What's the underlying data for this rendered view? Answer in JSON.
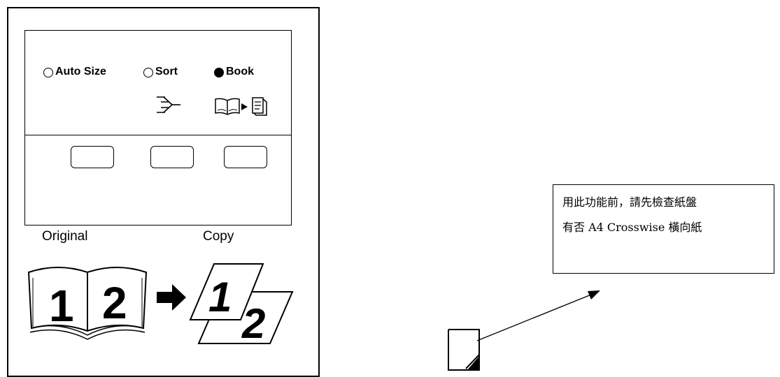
{
  "panel": {
    "modes": [
      {
        "label": "Auto Size",
        "lit": false
      },
      {
        "label": "Sort",
        "lit": false
      },
      {
        "label": "Book",
        "lit": true
      }
    ],
    "icons": [
      "sort-icon",
      "book-to-page-icon"
    ],
    "buttons": [
      "auto-size-key",
      "sort-key",
      "book-key"
    ]
  },
  "illustration": {
    "original_label": "Original",
    "copy_label": "Copy",
    "page_numbers": [
      "1",
      "2"
    ],
    "arrow": "right-arrow-icon"
  },
  "note": {
    "line1": "用此功能前，請先檢查紙盤",
    "line2": "有否 A4 Crosswise  橫向紙"
  },
  "colors": {
    "ink": "#000000",
    "paper": "#ffffff"
  }
}
